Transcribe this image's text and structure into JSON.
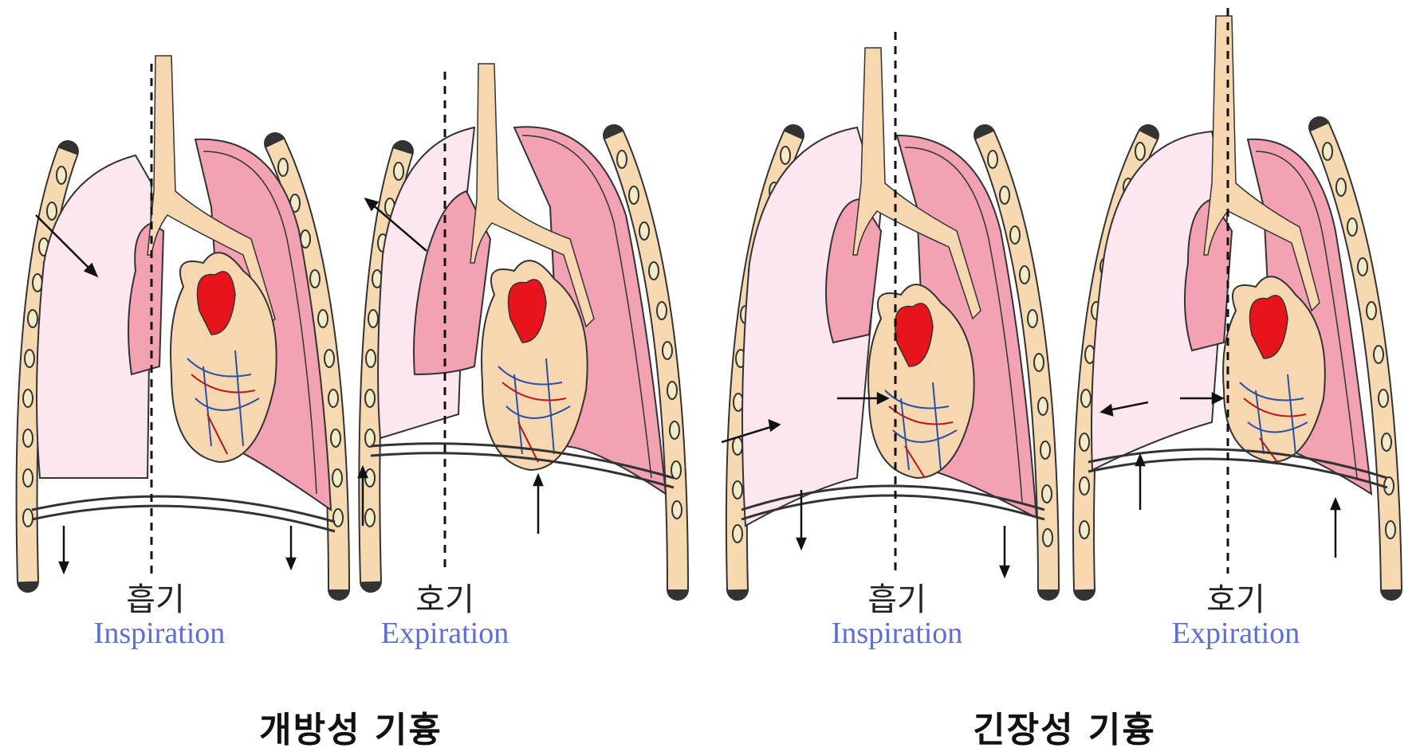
{
  "groups": [
    {
      "caption": "개방성 기흉",
      "panels": [
        {
          "label_ko": "흡기",
          "label_en": "Inspiration"
        },
        {
          "label_ko": "호기",
          "label_en": "Expiration"
        }
      ]
    },
    {
      "caption": "긴장성 기흉",
      "panels": [
        {
          "label_ko": "흡기",
          "label_en": "Inspiration"
        },
        {
          "label_ko": "호기",
          "label_en": "Expiration"
        }
      ]
    }
  ],
  "colors": {
    "rib_fill": "#f6d9b0",
    "rib_stroke": "#333333",
    "lung_pink": "#f3a2b4",
    "pleural_space": "#fce6ef",
    "trachea": "#f6d7b0",
    "heart_red": "#e8141b",
    "label_en": "#5b6fd6"
  }
}
